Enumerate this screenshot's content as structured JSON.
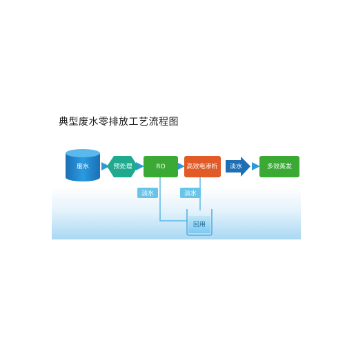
{
  "title": "典型废水零排放工艺流程图",
  "nodes": {
    "wastewater": "废水",
    "pretreatment": "预处理",
    "ro": "RO",
    "edr": "高效电渗析",
    "fresh_water_out": "淡水",
    "evaporation": "多效蒸发"
  },
  "side_labels": {
    "ro_fresh_water": "淡水",
    "edr_fresh_water": "淡水",
    "reuse": "回用"
  },
  "colors": {
    "tank_blue": "#1f86cf",
    "hexagon_teal": "#1fa98e",
    "box_green": "#3aaa35",
    "box_orange": "#e25a26",
    "arrow_blue": "#1e6fb4",
    "label_light_blue": "#69c4ea",
    "flow_line": "#5bb8e6"
  }
}
